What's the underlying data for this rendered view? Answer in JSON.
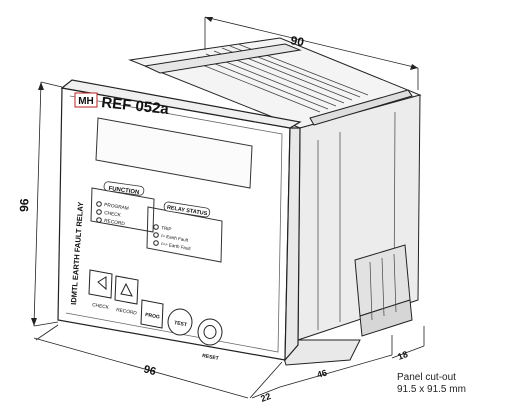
{
  "dimensions": {
    "depth": "90",
    "height": "96",
    "width": "96",
    "bezel": "22",
    "behind_panel": "46",
    "terminal": "18"
  },
  "device": {
    "brand_logo": "MH",
    "model": "REF 052a",
    "side_label": "IDMTL EARTH FAULT RELAY"
  },
  "function_box": {
    "title": "FUNCTION",
    "items": [
      "PROGRAM",
      "CHECK",
      "RECORD"
    ]
  },
  "relay_status": {
    "title": "RELAY STATUS",
    "items": [
      "TRIP",
      "I> Earth Fault",
      "I>> Earth Fault"
    ]
  },
  "buttons": {
    "check": "CHECK",
    "record": "RECORD",
    "prog": "PROG",
    "test": "TEST",
    "reset": "RESET"
  },
  "note": {
    "line1": "Panel cut-out",
    "line2": "91.5 x 91.5 mm"
  }
}
